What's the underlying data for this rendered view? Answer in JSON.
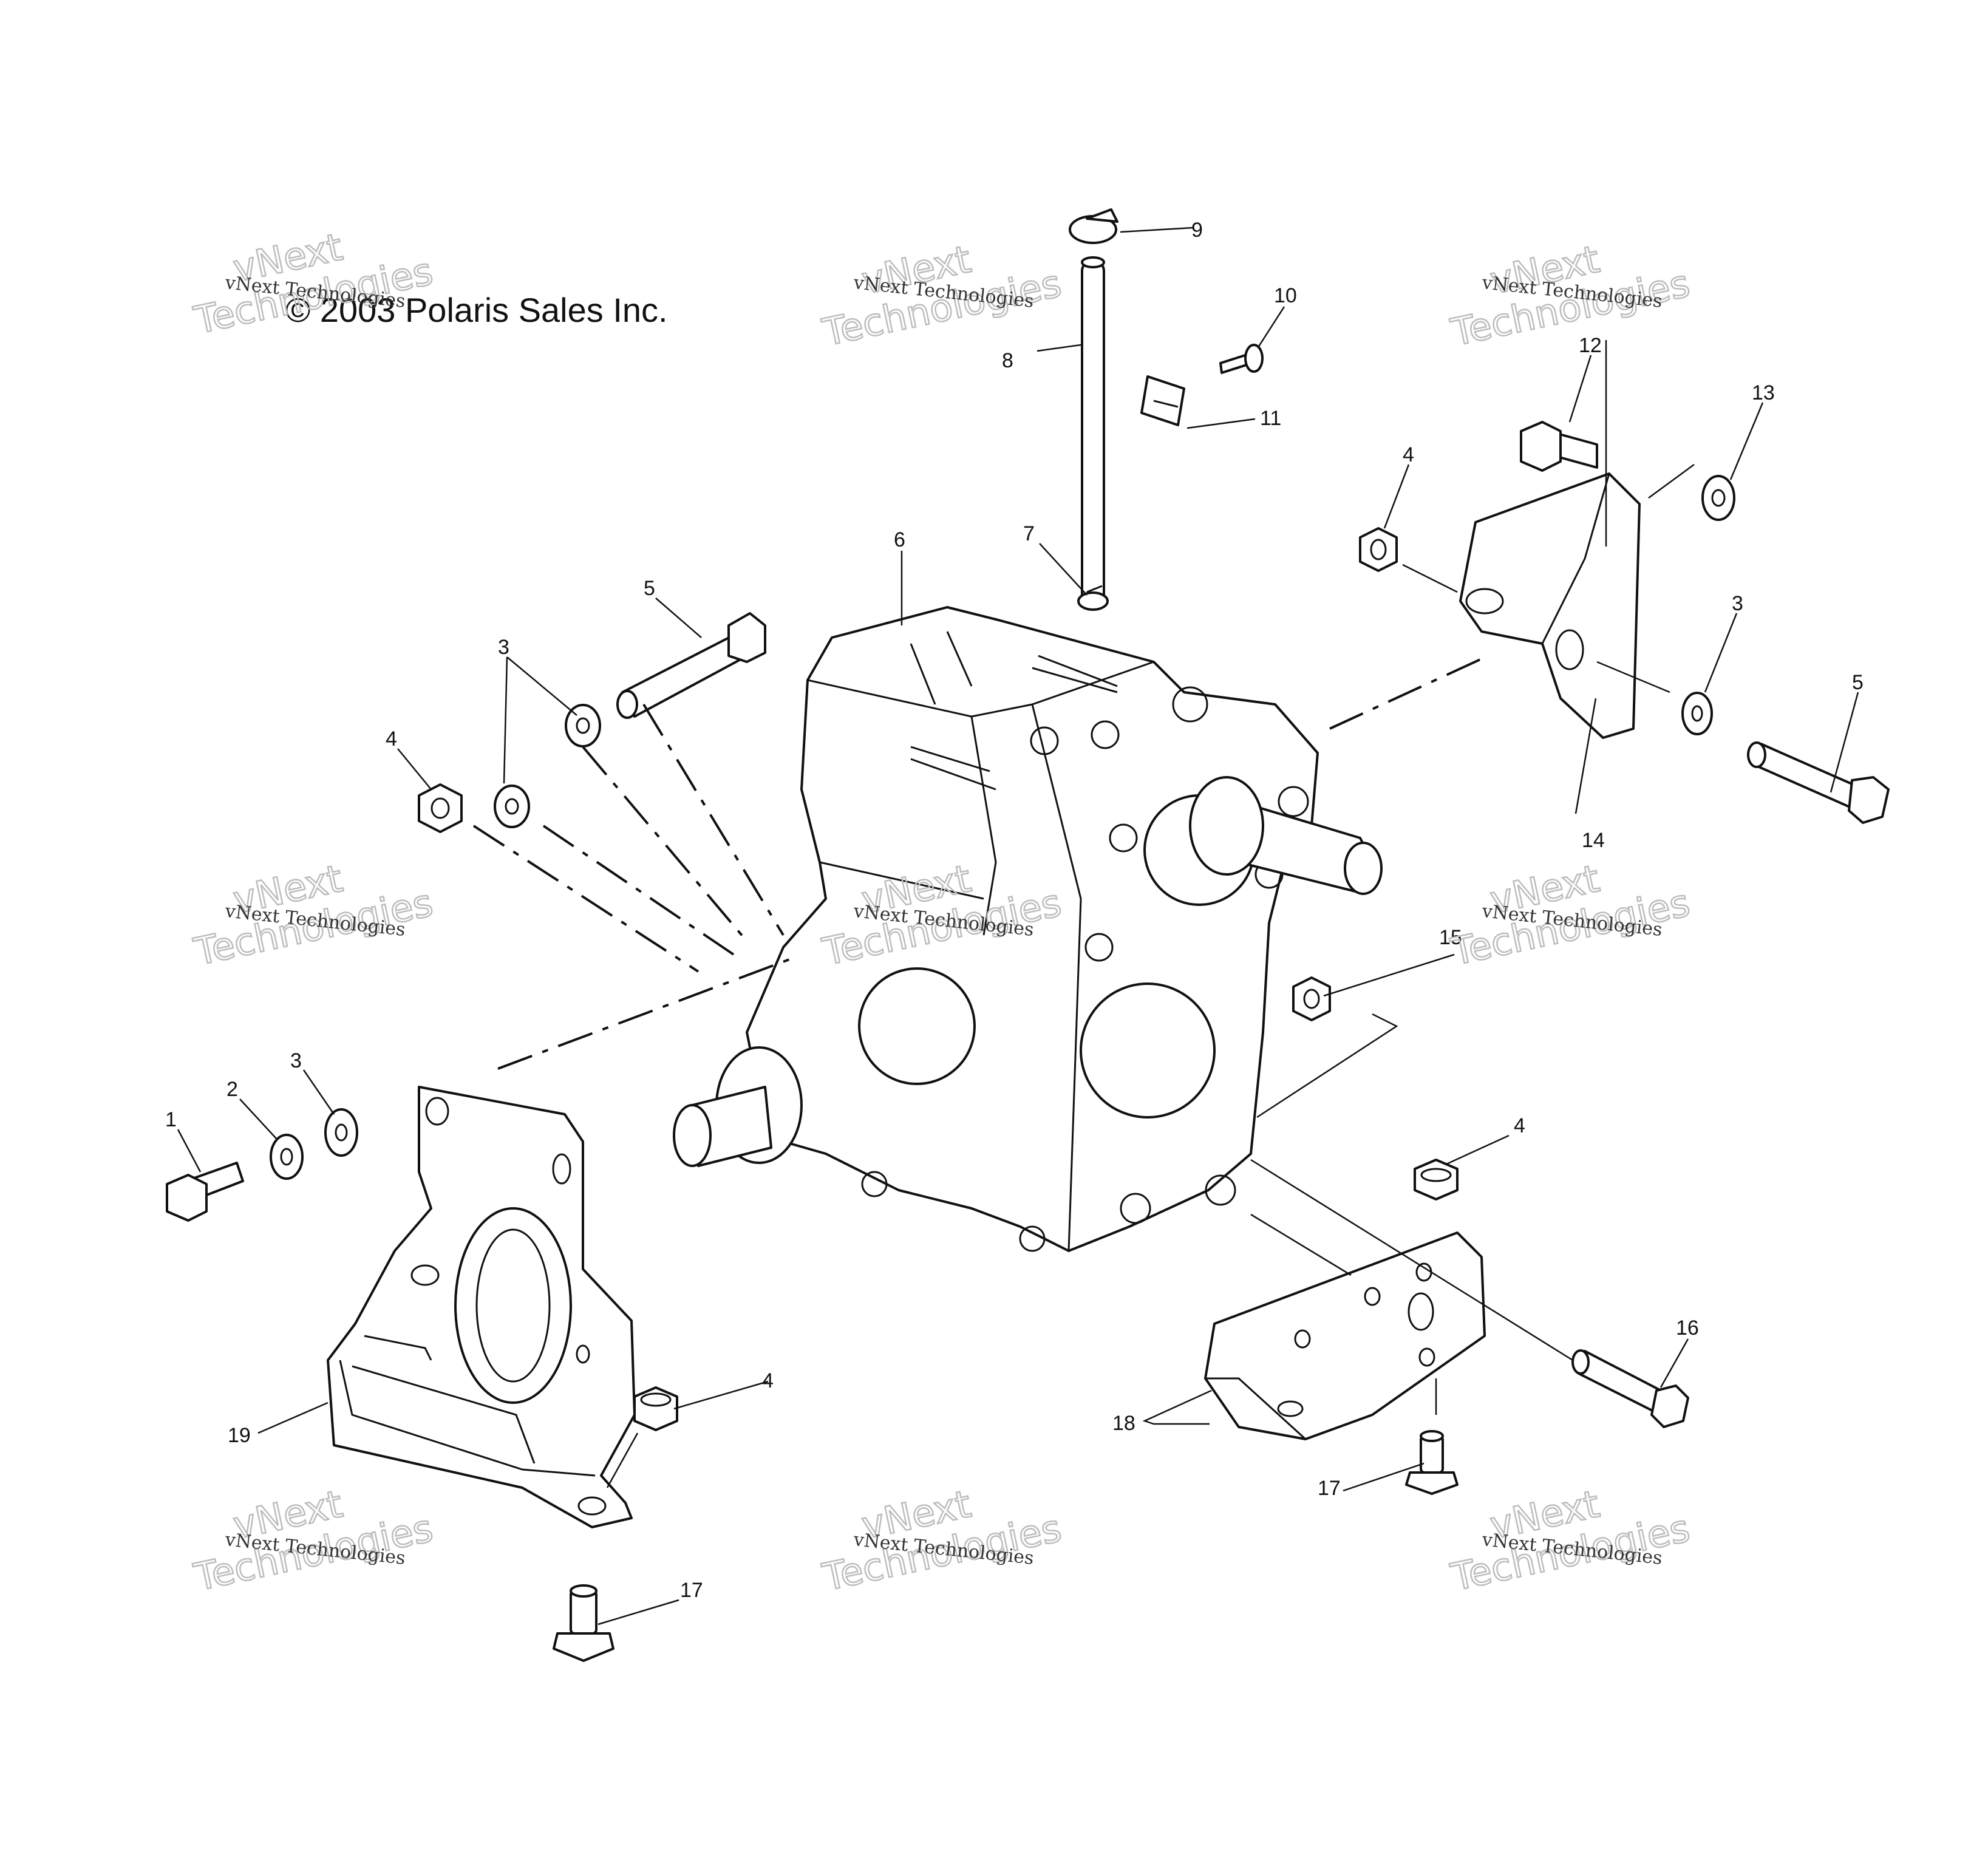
{
  "copyright": "© 2003 Polaris Sales Inc.",
  "watermark": {
    "line_small": "vNext Technologies",
    "line_big_1": "vNext",
    "line_big_2": "Technologies"
  },
  "callouts": [
    "1",
    "2",
    "3",
    "3",
    "3",
    "3",
    "4",
    "4",
    "4",
    "4",
    "5",
    "5",
    "6",
    "7",
    "8",
    "9",
    "10",
    "11",
    "12",
    "13",
    "14",
    "15",
    "16",
    "17",
    "17",
    "18",
    "19"
  ]
}
